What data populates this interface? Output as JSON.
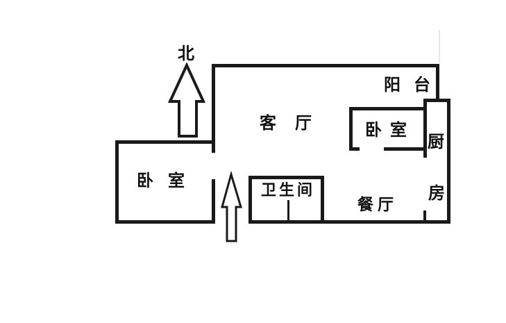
{
  "colors": {
    "wall": "#1a1a1a",
    "background": "#ffffff",
    "text": "#111111"
  },
  "compass": {
    "north_label": "北"
  },
  "rooms": {
    "balcony": {
      "label": "阳台"
    },
    "living_room": {
      "label": "客厅"
    },
    "bedroom_right": {
      "label": "卧室"
    },
    "kitchen": {
      "label": "厨房",
      "chars": [
        "厨",
        "房"
      ]
    },
    "bedroom_left": {
      "label": "卧室"
    },
    "bathroom": {
      "label": "卫生间"
    },
    "dining_room": {
      "label": "餐厅"
    }
  }
}
